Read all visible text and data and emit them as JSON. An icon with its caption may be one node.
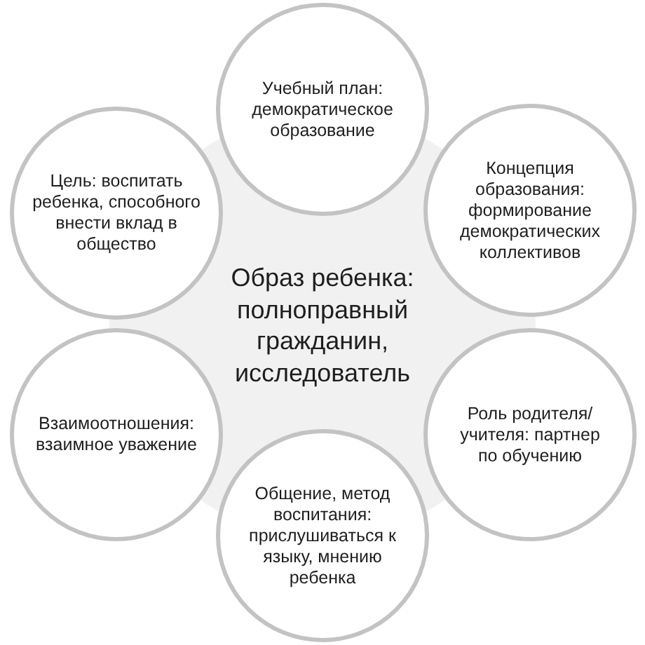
{
  "diagram": {
    "nodes": [
      {
        "text": [
          "Образ ребенка: полноправный гражданин, исследователь"
        ]
      },
      {
        "text": [
          "Учебный план: демократическое образование"
        ]
      },
      {
        "text": [
          "Цель: воспитать ребенка, способного внести вклад в общество"
        ]
      },
      {
        "text": [
          "Концепция образования: формирование демократических коллективов"
        ]
      },
      {
        "text": [
          "Взаимоотношения: взаимное уважение"
        ]
      },
      {
        "text": [
          "Роль родителя/учителя: партнер по обучению"
        ]
      },
      {
        "text": [
          "Общение, метод воспитания: прислушиваться к языку, мнению ребенка"
        ]
      }
    ]
  }
}
